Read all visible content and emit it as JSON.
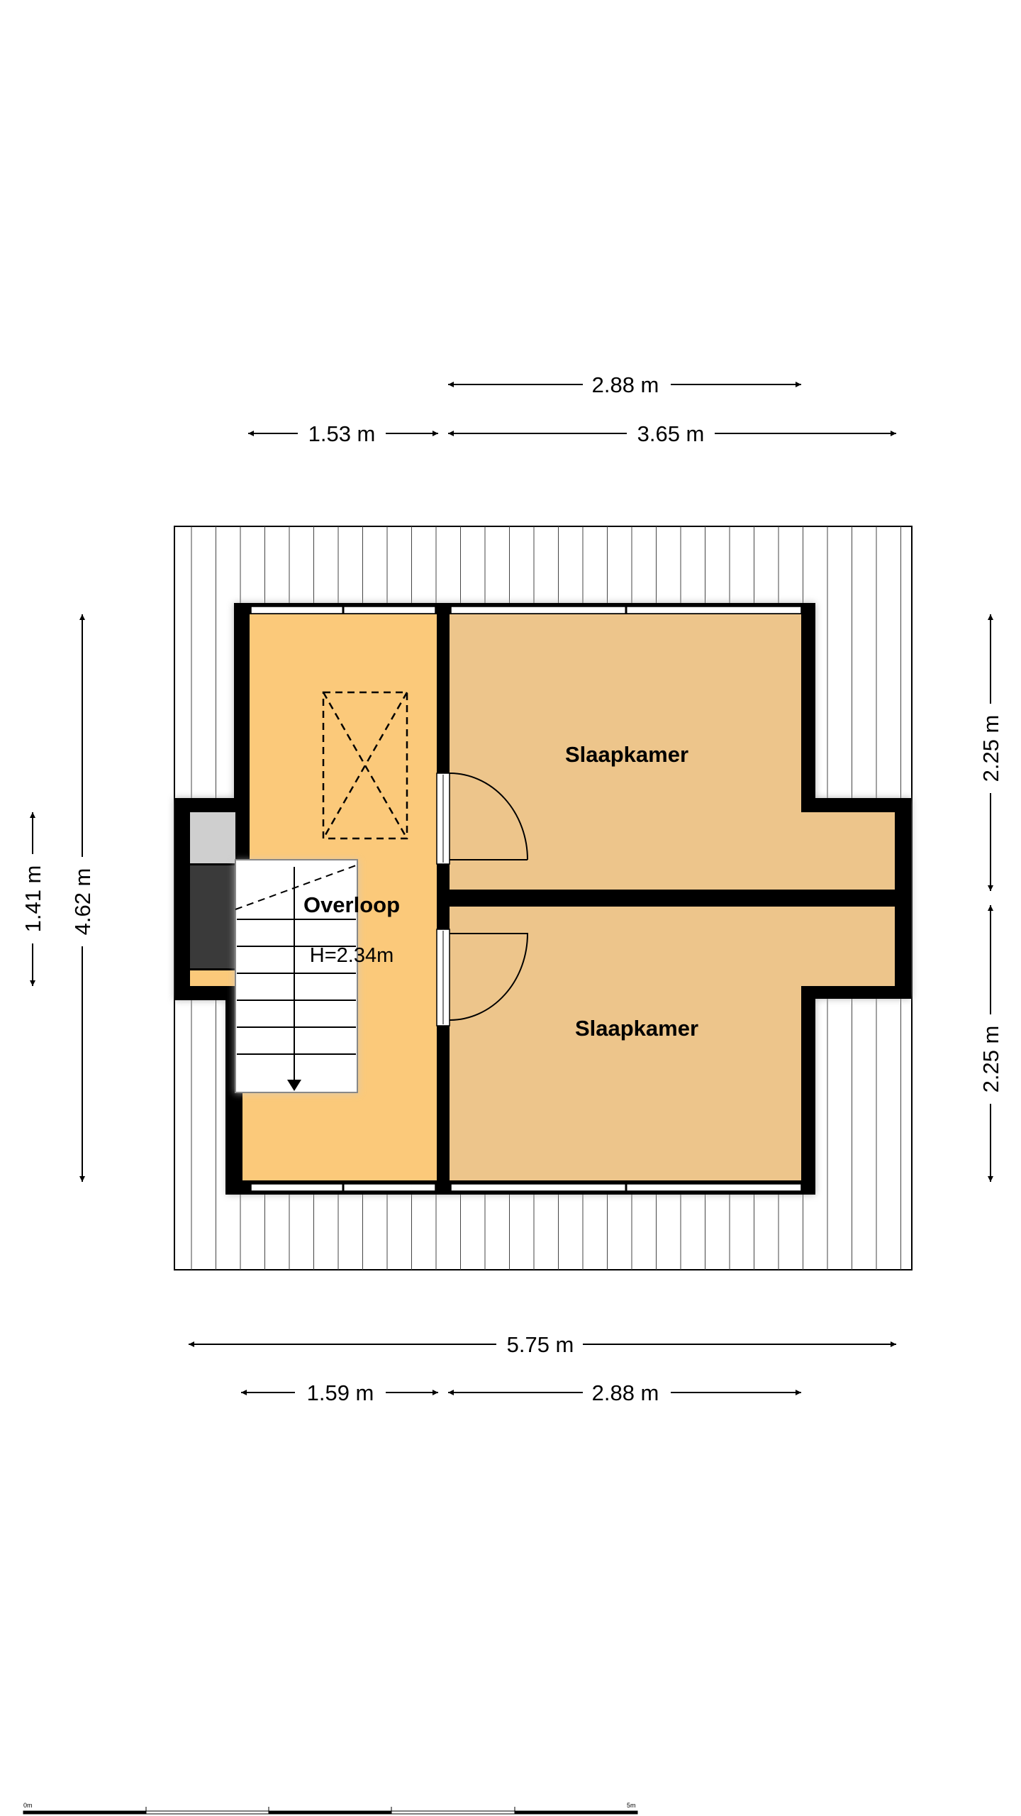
{
  "plan": {
    "rooms": [
      {
        "name": "Overloop",
        "detail": "H=2.34m"
      },
      {
        "name": "Slaapkamer"
      },
      {
        "name": "Slaapkamer"
      }
    ],
    "dimensions": {
      "top_upper": "2.88 m",
      "top_left": "1.53 m",
      "top_right": "3.65 m",
      "bottom_total": "5.75 m",
      "bottom_left": "1.59 m",
      "bottom_right": "2.88 m",
      "left_outer": "4.62 m",
      "left_inner": "1.41 m",
      "right_top": "2.25 m",
      "right_bottom": "2.25 m"
    },
    "scale_bar": {
      "start": "0m",
      "end": "5m"
    }
  },
  "colors": {
    "hall": "#fbc97a",
    "bedroom": "#edc58b",
    "wall": "#000000"
  }
}
